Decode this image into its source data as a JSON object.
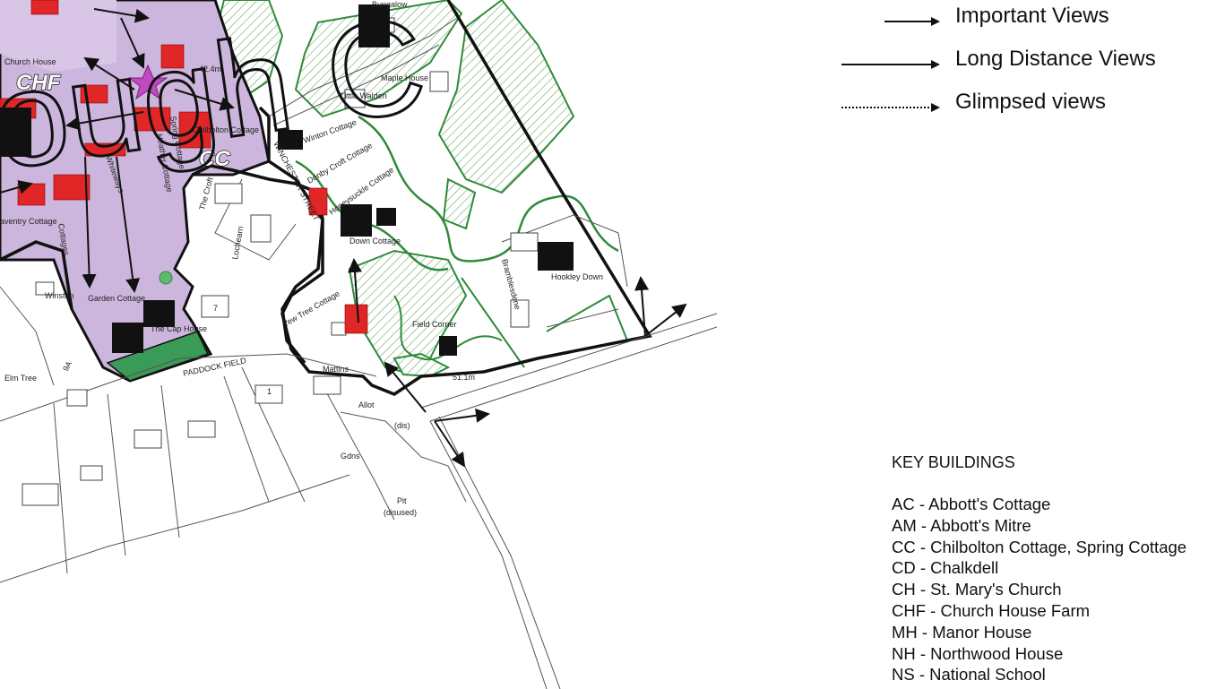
{
  "legend": {
    "important_views": "Important Views",
    "long_distance_views": "Long Distance Views",
    "glimpsed_views": "Glimpsed views"
  },
  "key_buildings": {
    "title": "KEY BUILDINGS",
    "items": [
      "AC - Abbott's Cottage",
      "AM - Abbott's Mitre",
      "CC - Chilbolton Cottage, Spring Cottage",
      "CD - Chalkdell",
      "CH - St. Mary's Church",
      "CHF - Church House Farm",
      "MH - Manor House",
      "NH - Northwood House",
      "NS - National School"
    ]
  },
  "map": {
    "zone_labels": {
      "chf": "CHF",
      "cc": "CC"
    },
    "labels": {
      "bungalow": "Bungalow",
      "church_house": "Church House",
      "maple_house": "Maple House",
      "little_walden": "Little Walden",
      "winton_cottage": "Winton Cottage",
      "chilbolton_cottage": "Chilbolton Cottage",
      "whiteways": "Whiteways",
      "heather_cottage": "Heather Cottage",
      "spring_cottage": "Spring Cottage",
      "winchester_street": "WINCHESTER STREET",
      "denby_croft": "Denby Croft Cottage",
      "honeysuckle": "Honeysuckle Cottage",
      "down_cottage": "Down Cottage",
      "the_croft": "The Croft",
      "lochearn": "Lochearn",
      "daventry": "aventry Cottage",
      "cottages": "Cottages",
      "winston": "Winston",
      "garden_cottage": "Garden Cottage",
      "the_cap_house": "The Cap House",
      "yew_tree": "Yew Tree Cottage",
      "field_corner": "Field Corner",
      "bramblesdene": "Bramblesdene",
      "hookley_down": "Hookley Down",
      "paddock_field": "PADDOCK FIELD",
      "elm_tree": "Elm Tree",
      "mattins": "Mattins",
      "allot": "Allot",
      "dis": "(dis)",
      "gdns": "Gdns",
      "pit": "Pit",
      "disused": "(disused)",
      "spot_height_1": "51.1m",
      "spot_height_2": "42.4m",
      "no_7": "7",
      "no_1": "1",
      "no_9a": "9A",
      "watermark": "ough C"
    }
  }
}
